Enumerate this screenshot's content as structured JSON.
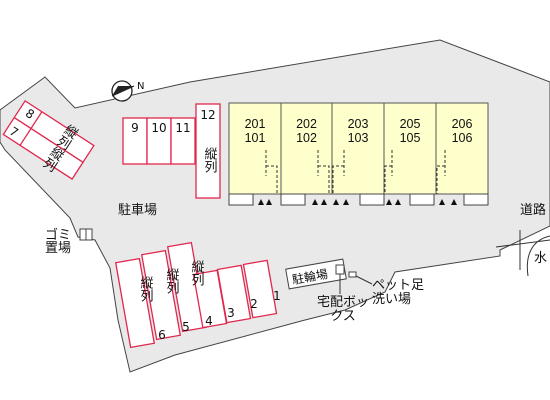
{
  "colors": {
    "ground": "#e9e9e9",
    "building": "#ffffcc",
    "parking_border": "#e0284f",
    "outline": "#333333",
    "background": "#ffffff"
  },
  "compass": {
    "icon": "north-arrow-icon",
    "label": "N"
  },
  "buildings": [
    {
      "upper": "201",
      "lower": "101"
    },
    {
      "upper": "202",
      "lower": "102"
    },
    {
      "upper": "203",
      "lower": "103"
    },
    {
      "upper": "205",
      "lower": "105"
    },
    {
      "upper": "206",
      "lower": "106"
    }
  ],
  "parking": {
    "left_group": [
      "7",
      "8"
    ],
    "left_group_vertical": "縦列",
    "top_row": [
      "9",
      "10",
      "11",
      "12"
    ],
    "top_vertical": "縦列",
    "bottom_row_left": [
      "6",
      "5",
      "4"
    ],
    "bottom_row_right": [
      "3",
      "2",
      "1"
    ],
    "bottom_vertical": "縦列"
  },
  "labels": {
    "parking_lot": "駐車場",
    "garbage": "ゴミ置場",
    "bicycle": "駐輪場",
    "pet_wash": "ペット足洗い場",
    "delivery_box": "宅配ボックス",
    "road": "道路",
    "waterway": "水"
  }
}
